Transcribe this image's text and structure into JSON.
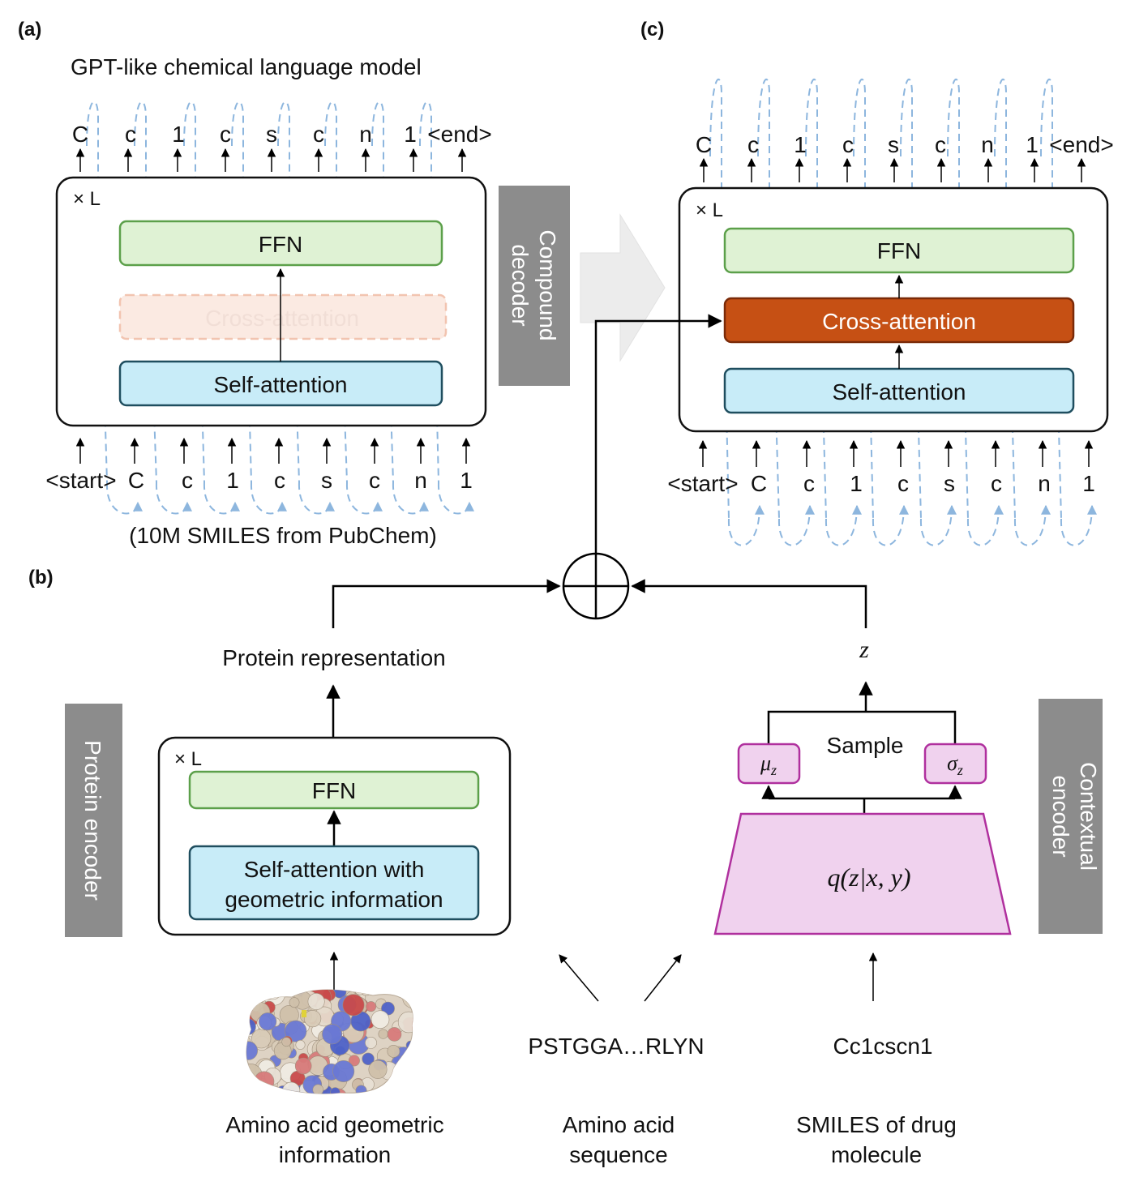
{
  "panel_a": {
    "label": "(a)",
    "title": "GPT-like chemical language model",
    "layers": "× L",
    "ffn": "FFN",
    "cross_attention": "Cross-attention",
    "self_attention": "Self-attention",
    "output_tokens": [
      "C",
      "c",
      "1",
      "c",
      "s",
      "c",
      "n",
      "1",
      "<end>"
    ],
    "input_tokens": [
      "<start>",
      "C",
      "c",
      "1",
      "c",
      "s",
      "c",
      "n",
      "1"
    ],
    "caption": "(10M SMILES from PubChem)"
  },
  "compound_decoder_label": [
    "Compound",
    "decoder"
  ],
  "panel_c": {
    "label": "(c)",
    "layers": "× L",
    "ffn": "FFN",
    "cross_attention": "Cross-attention",
    "self_attention": "Self-attention",
    "output_tokens": [
      "C",
      "c",
      "1",
      "c",
      "s",
      "c",
      "n",
      "1",
      "<end>"
    ],
    "input_tokens": [
      "<start>",
      "C",
      "c",
      "1",
      "c",
      "s",
      "c",
      "n",
      "1"
    ]
  },
  "panel_b": {
    "label": "(b)",
    "protein_representation": "Protein representation",
    "layers": "× L",
    "ffn": "FFN",
    "self_attention_geo": [
      "Self-attention with",
      "geometric information"
    ],
    "protein_encoder_label": "Protein encoder",
    "z": "z",
    "sample": "Sample",
    "mu": "μ",
    "mu_sub": "z",
    "sigma": "σ",
    "sigma_sub": "z",
    "posterior": "q(z|x, y)",
    "contextual_encoder_label": [
      "Contextual",
      "encoder"
    ],
    "sequence_text": "PSTGGA…RLYN",
    "smiles_text": "Cc1cscn1",
    "caption_geometric": [
      "Amino acid geometric",
      "information"
    ],
    "caption_sequence": [
      "Amino acid",
      "sequence"
    ],
    "caption_smiles": [
      "SMILES of drug",
      "molecule"
    ]
  },
  "colors": {
    "ffn_fill": "#dff2d4",
    "ffn_stroke": "#5ca04a",
    "self_attn_fill": "#c8ecf8",
    "self_attn_stroke": "#1f4e5f",
    "cross_attn_fill": "#c65014",
    "cross_attn_faded_fill": "#fbeae2",
    "cross_attn_faded_stroke": "#f2c4b0",
    "label_gray": "#8c8c8c",
    "dashed_arc": "#8db6de",
    "contextual_fill": "#f0d2ee",
    "contextual_stroke": "#b0309e"
  }
}
